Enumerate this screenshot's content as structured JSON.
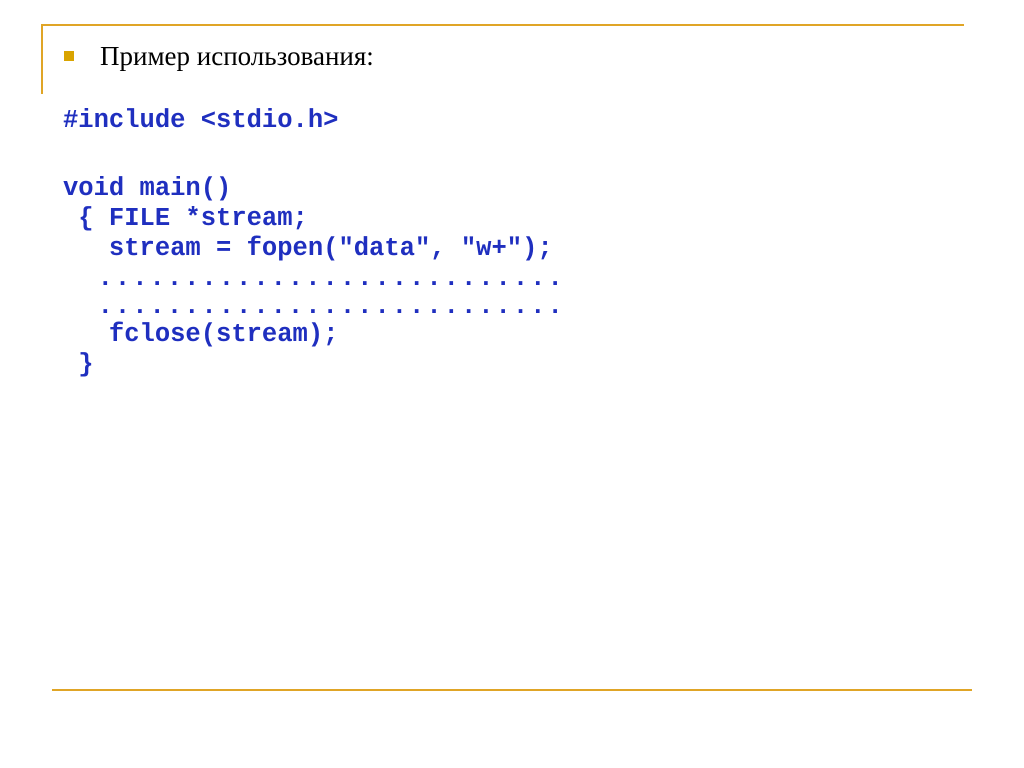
{
  "slide": {
    "bullet": "Пример использования:",
    "accent_color": "#E0A526",
    "code_color": "#1F2FBF",
    "code_lines": [
      "#include <stdio.h>",
      "",
      "void main()",
      " { FILE *stream;",
      "   stream = fopen(\"data\", \"w+\");",
      "  ...........................",
      "  ...........................",
      "   fclose(stream);",
      " }"
    ]
  }
}
